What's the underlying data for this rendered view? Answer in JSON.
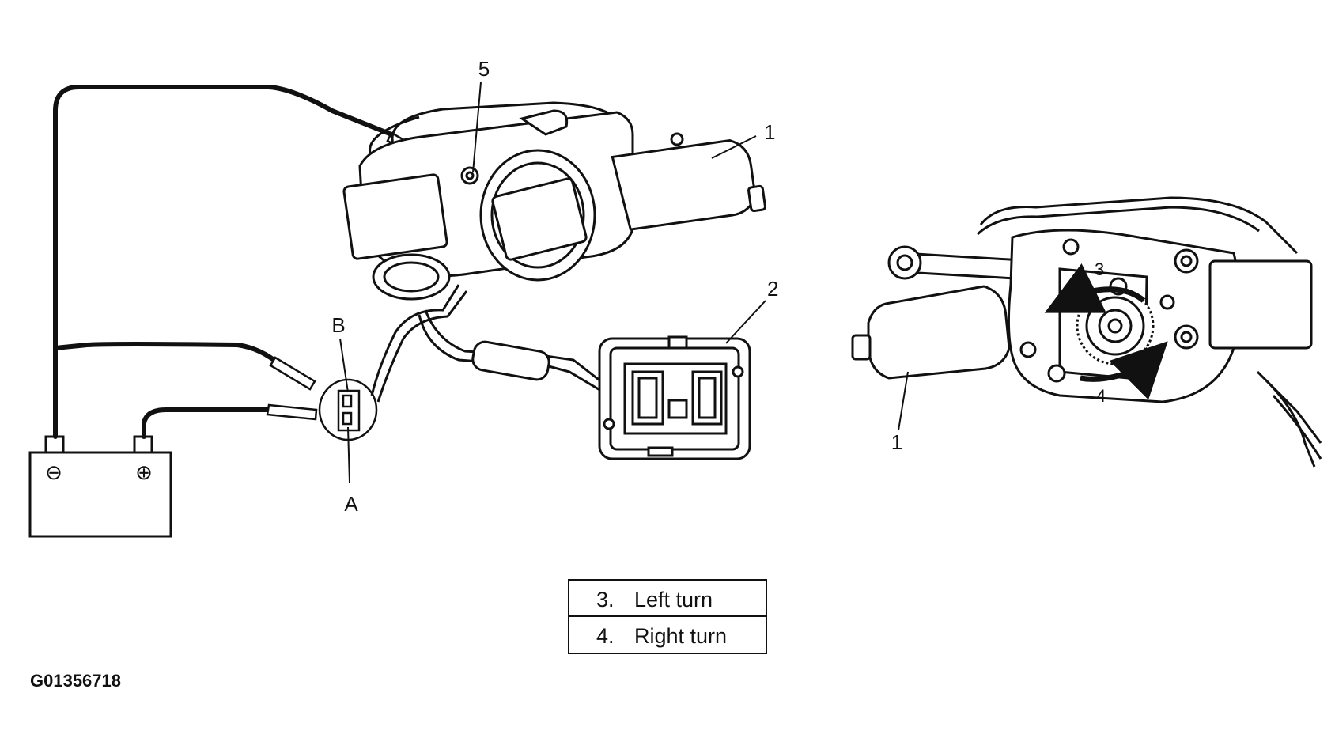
{
  "figure_id": "G01356718",
  "callouts": {
    "motor_left": "1",
    "switch": "2",
    "terminal_5": "5",
    "terminal_A": "A",
    "terminal_B": "B",
    "motor_right": "1",
    "arrow_left": "3",
    "arrow_right": "4"
  },
  "battery": {
    "negative": "⊖",
    "positive": "⊕"
  },
  "legend": [
    {
      "num": "3.",
      "label": "Left turn"
    },
    {
      "num": "4.",
      "label": "Right turn"
    }
  ]
}
